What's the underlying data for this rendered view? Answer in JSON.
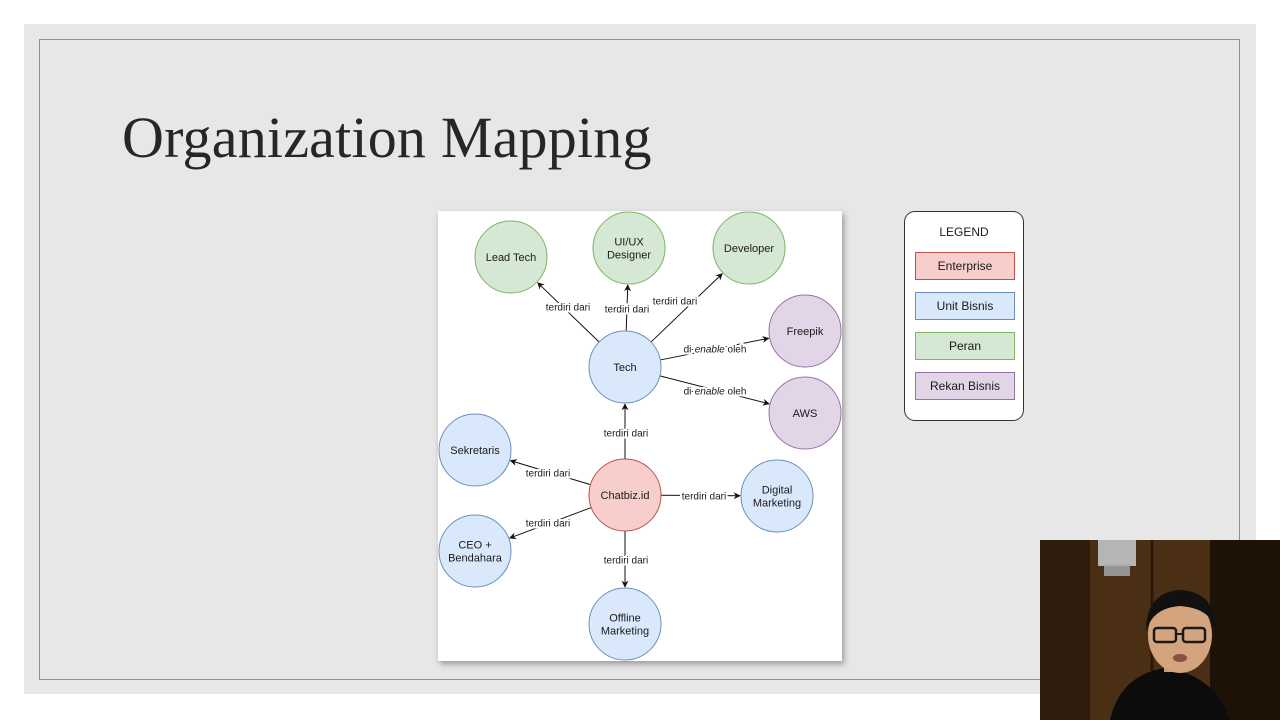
{
  "slide": {
    "title": "Organization Mapping"
  },
  "colors": {
    "enterprise_fill": "#f8cecc",
    "enterprise_stroke": "#b85450",
    "unit_bisnis_fill": "#dae8fc",
    "unit_bisnis_stroke": "#6c8ebf",
    "peran_fill": "#d5e8d4",
    "peran_stroke": "#82b366",
    "rekan_bisnis_fill": "#e1d5e7",
    "rekan_bisnis_stroke": "#9673a6"
  },
  "diagram": {
    "nodes": [
      {
        "id": "lead_tech",
        "lines": [
          "Lead Tech"
        ],
        "kind": "peran"
      },
      {
        "id": "uiux",
        "lines": [
          "UI/UX",
          "Designer"
        ],
        "kind": "peran"
      },
      {
        "id": "developer",
        "lines": [
          "Developer"
        ],
        "kind": "peran"
      },
      {
        "id": "freepik",
        "lines": [
          "Freepik"
        ],
        "kind": "rekan_bisnis"
      },
      {
        "id": "tech",
        "lines": [
          "Tech"
        ],
        "kind": "unit_bisnis"
      },
      {
        "id": "aws",
        "lines": [
          "AWS"
        ],
        "kind": "rekan_bisnis"
      },
      {
        "id": "sekretaris",
        "lines": [
          "Sekretaris"
        ],
        "kind": "unit_bisnis"
      },
      {
        "id": "chatbiz",
        "lines": [
          "Chatbiz.id"
        ],
        "kind": "enterprise"
      },
      {
        "id": "digital_marketing",
        "lines": [
          "Digital",
          "Marketing"
        ],
        "kind": "unit_bisnis"
      },
      {
        "id": "ceo",
        "lines": [
          "CEO +",
          "Bendahara"
        ],
        "kind": "unit_bisnis"
      },
      {
        "id": "offline_marketing",
        "lines": [
          "Offline",
          "Marketing"
        ],
        "kind": "unit_bisnis"
      }
    ],
    "edges": [
      {
        "from": "tech",
        "to": "lead_tech",
        "label": "terdiri dari"
      },
      {
        "from": "tech",
        "to": "uiux",
        "label": "terdiri dari"
      },
      {
        "from": "tech",
        "to": "developer",
        "label": "terdiri dari"
      },
      {
        "from": "tech",
        "to": "freepik",
        "label_parts": [
          {
            "text": "di-",
            "italic": false
          },
          {
            "text": "enable",
            "italic": true
          },
          {
            "text": " oleh",
            "italic": false
          }
        ]
      },
      {
        "from": "tech",
        "to": "aws",
        "label_parts": [
          {
            "text": "di-",
            "italic": false
          },
          {
            "text": "enable",
            "italic": true
          },
          {
            "text": " oleh",
            "italic": false
          }
        ]
      },
      {
        "from": "chatbiz",
        "to": "tech",
        "label": "terdiri dari"
      },
      {
        "from": "chatbiz",
        "to": "sekretaris",
        "label": "terdiri dari"
      },
      {
        "from": "chatbiz",
        "to": "ceo",
        "label": "terdiri dari"
      },
      {
        "from": "chatbiz",
        "to": "digital_marketing",
        "label": "terdiri dari"
      },
      {
        "from": "chatbiz",
        "to": "offline_marketing",
        "label": "terdiri dari"
      }
    ]
  },
  "legend": {
    "title": "LEGEND",
    "items": [
      {
        "label": "Enterprise",
        "kind": "enterprise"
      },
      {
        "label": "Unit Bisnis",
        "kind": "unit_bisnis"
      },
      {
        "label": "Peran",
        "kind": "peran"
      },
      {
        "label": "Rekan Bisnis",
        "kind": "rekan_bisnis"
      }
    ]
  }
}
